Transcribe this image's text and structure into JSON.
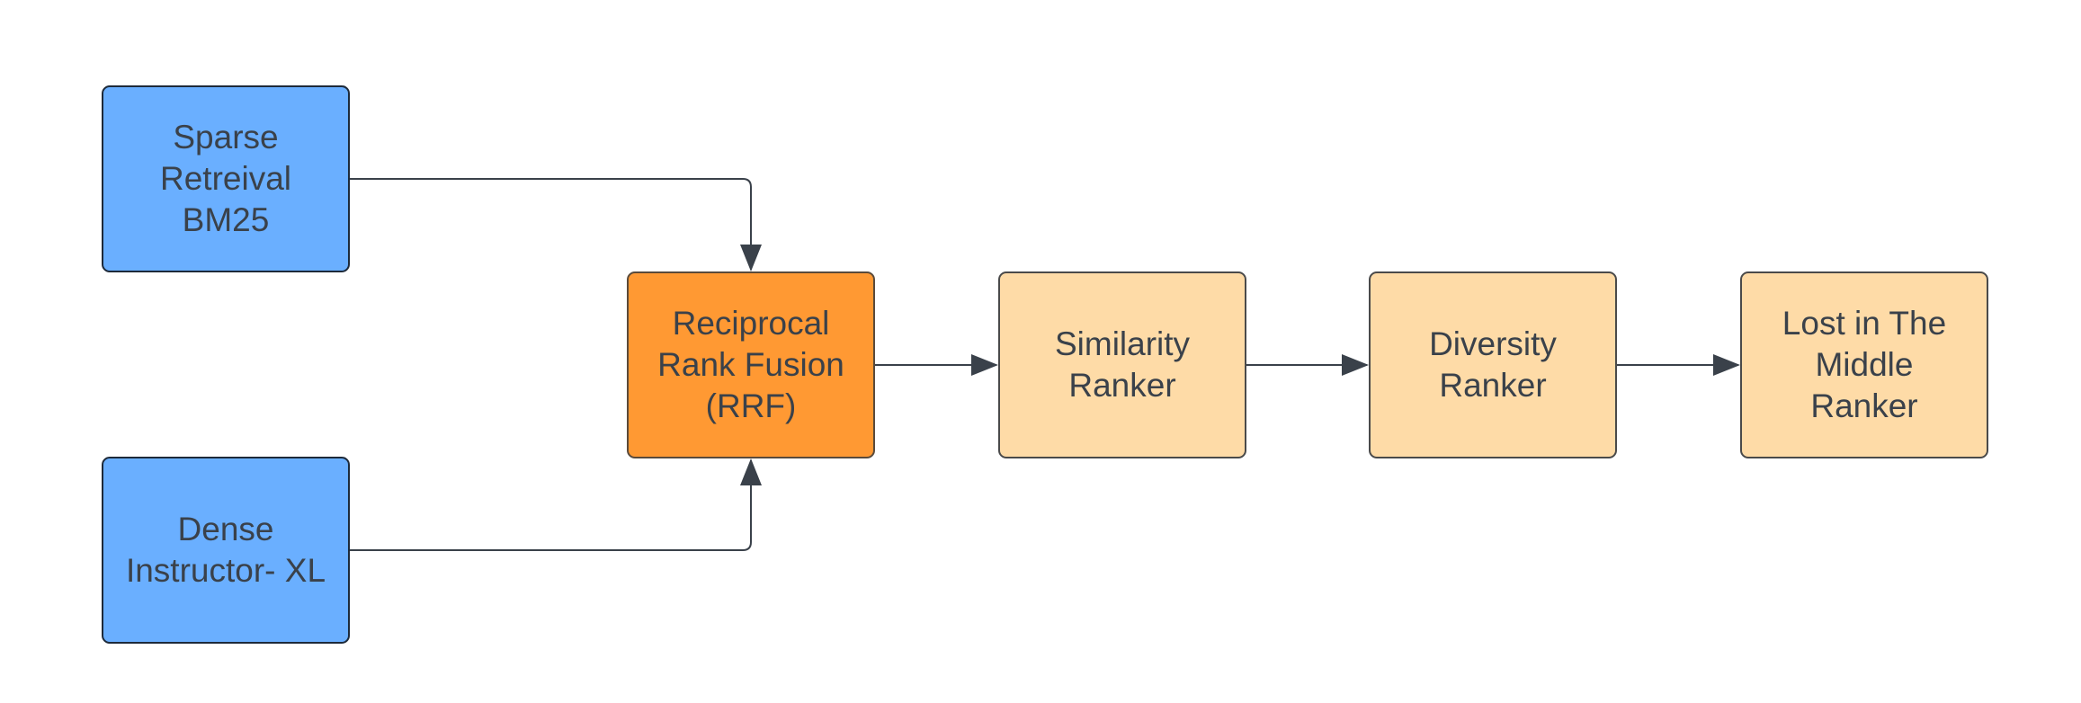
{
  "diagram": {
    "colors": {
      "retriever_fill": "#6aafff",
      "fusion_fill": "#ff9933",
      "ranker_fill": "#fedba7",
      "edge": "#3a414a",
      "text": "#3a414a"
    },
    "nodes": {
      "sparse": {
        "lines": [
          "Sparse",
          "Retreival",
          "BM25"
        ]
      },
      "dense": {
        "lines": [
          "Dense",
          "Instructor- XL"
        ]
      },
      "rrf": {
        "lines": [
          "Reciprocal",
          "Rank Fusion",
          "(RRF)"
        ]
      },
      "similarity": {
        "lines": [
          "Similarity",
          "Ranker"
        ]
      },
      "diversity": {
        "lines": [
          "Diversity",
          "Ranker"
        ]
      },
      "lost_middle": {
        "lines": [
          "Lost in The",
          "Middle",
          "Ranker"
        ]
      }
    },
    "edges": [
      {
        "from": "sparse",
        "to": "rrf"
      },
      {
        "from": "dense",
        "to": "rrf"
      },
      {
        "from": "rrf",
        "to": "similarity"
      },
      {
        "from": "similarity",
        "to": "diversity"
      },
      {
        "from": "diversity",
        "to": "lost_middle"
      }
    ]
  }
}
